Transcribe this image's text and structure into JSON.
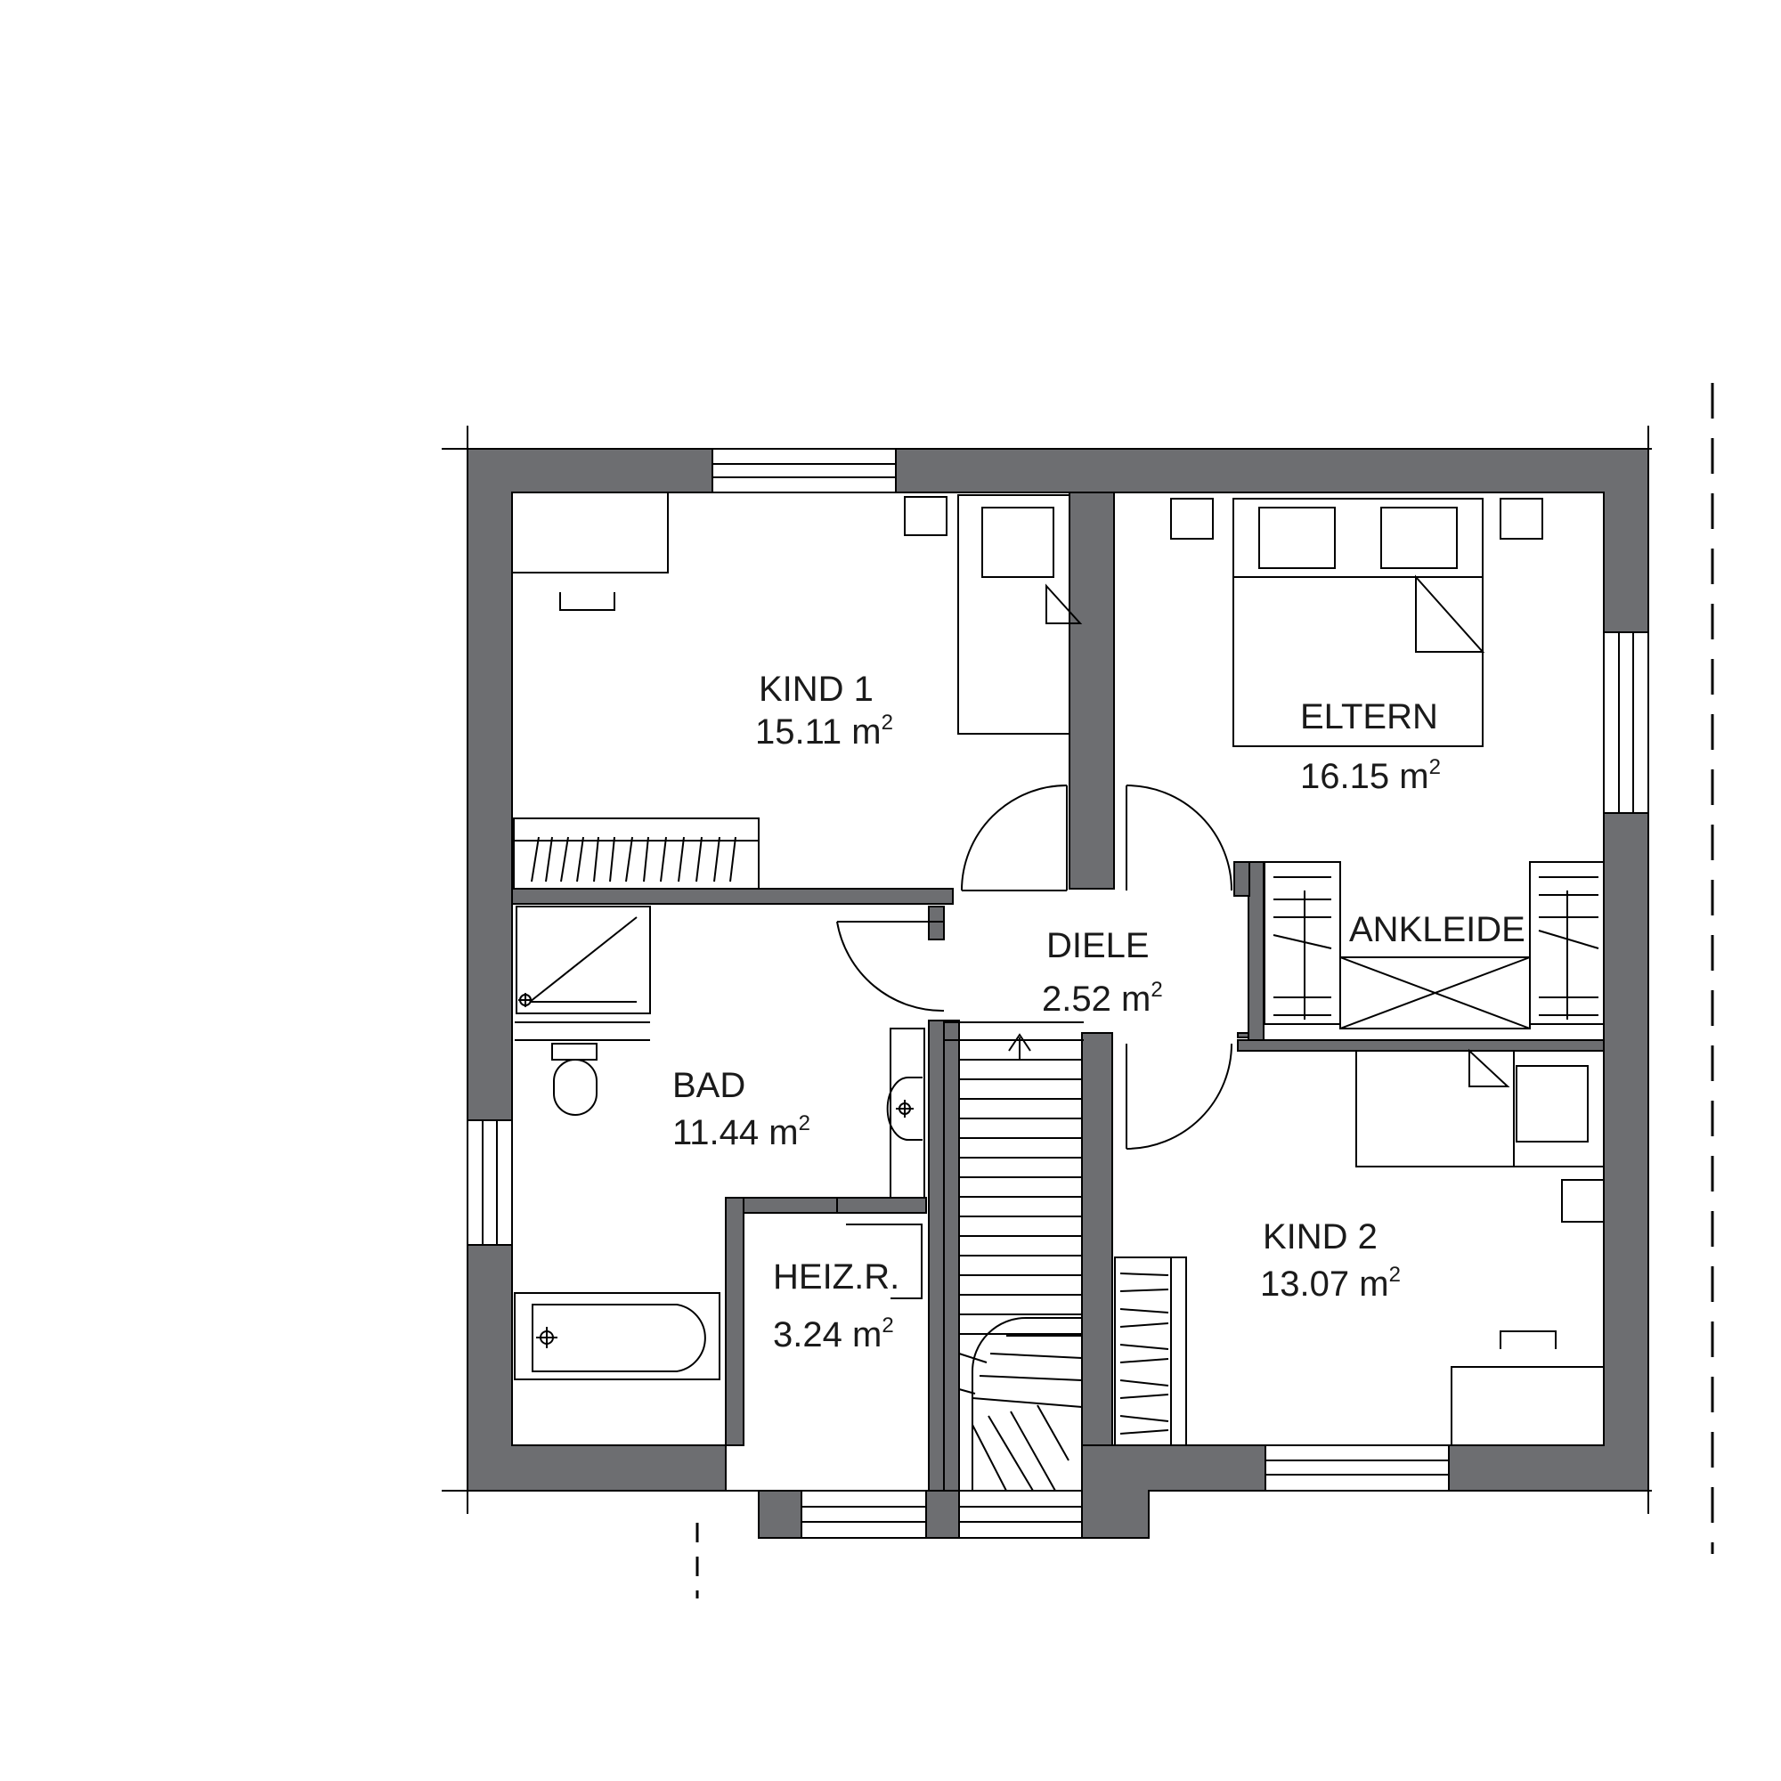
{
  "plan": {
    "colors": {
      "wall": "#6d6e71",
      "line": "#000000",
      "background": "#ffffff"
    },
    "rooms": [
      {
        "id": "kind1",
        "name": "KIND 1",
        "area": "15.11",
        "unit": "m",
        "exponent": "2"
      },
      {
        "id": "eltern",
        "name": "ELTERN",
        "area": "16.15",
        "unit": "m",
        "exponent": "2"
      },
      {
        "id": "ankleide",
        "name": "ANKLEIDE"
      },
      {
        "id": "diele",
        "name": "DIELE",
        "area": "2.52",
        "unit": "m",
        "exponent": "2"
      },
      {
        "id": "bad",
        "name": "BAD",
        "area": "11.44",
        "unit": "m",
        "exponent": "2"
      },
      {
        "id": "heiz",
        "name": "HEIZ.R.",
        "area": "3.24",
        "unit": "m",
        "exponent": "2"
      },
      {
        "id": "kind2",
        "name": "KIND 2",
        "area": "13.07",
        "unit": "m",
        "exponent": "2"
      }
    ]
  }
}
